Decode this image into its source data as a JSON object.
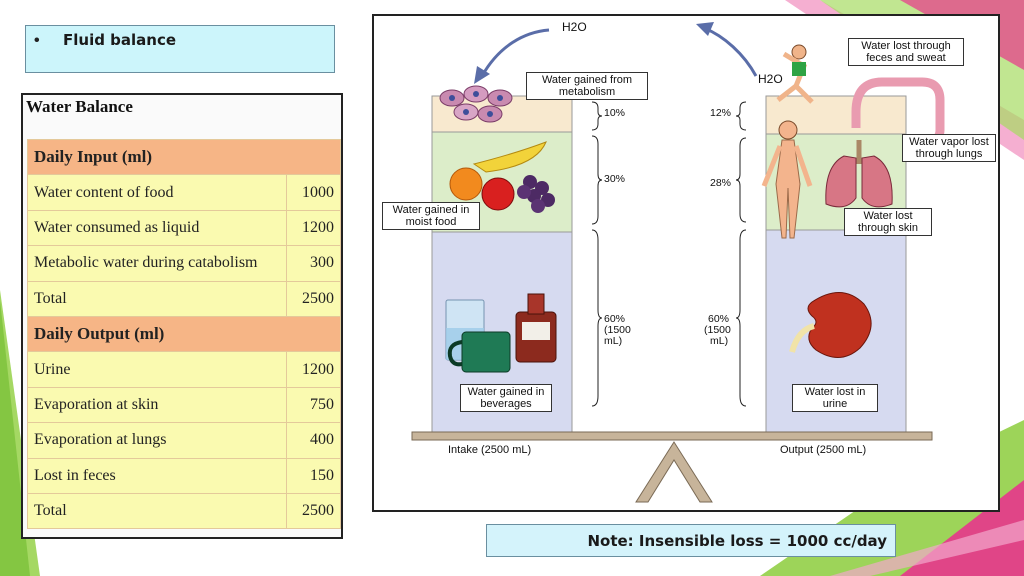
{
  "slide": {
    "bullet": "Fluid balance",
    "note": "Note: Insensible loss = 1000 cc/day"
  },
  "table": {
    "title": "Water Balance",
    "input_header": "Daily Input (ml)",
    "input_rows": [
      {
        "label": "Water content of food",
        "value": "1000"
      },
      {
        "label": "Water consumed as liquid",
        "value": "1200"
      },
      {
        "label": "Metabolic water during catabolism",
        "value": "300"
      },
      {
        "label": "Total",
        "value": "2500"
      }
    ],
    "output_header": "Daily Output (ml)",
    "output_rows": [
      {
        "label": "Urine",
        "value": "1200"
      },
      {
        "label": "Evaporation at skin",
        "value": "750"
      },
      {
        "label": "Evaporation at lungs",
        "value": "400"
      },
      {
        "label": "Lost in feces",
        "value": "150"
      },
      {
        "label": "Total",
        "value": "2500"
      }
    ]
  },
  "diagram": {
    "h2o_left": "H2O",
    "h2o_right": "H2O",
    "intake_axis": "Intake (2500 mL)",
    "output_axis": "Output (2500 mL)",
    "intake_labels": {
      "metabolism": "Water gained from metabolism",
      "food": "Water gained in moist food",
      "beverages": "Water gained in beverages"
    },
    "output_labels": {
      "feces_sweat": "Water lost through feces and sweat",
      "lungs": "Water vapor lost through lungs",
      "skin": "Water lost through skin",
      "urine": "Water lost in urine"
    },
    "intake_pcts": {
      "top": "10%",
      "mid": "30%",
      "bottom_pct": "60%",
      "bottom_ml1": "(1500",
      "bottom_ml2": "mL)"
    },
    "output_pcts": {
      "top": "12%",
      "mid": "28%",
      "bottom_pct": "60%",
      "bottom_ml1": "(1500",
      "bottom_ml2": "mL)"
    }
  },
  "colors": {
    "top_band": "#f8e9cf",
    "mid_band": "#dcedc9",
    "bottom_band": "#d6daf0",
    "input_header": "#f6b586",
    "row_fill": "#fafab0",
    "deco_green": "#8ccd3c",
    "deco_pink": "#e8358c"
  }
}
